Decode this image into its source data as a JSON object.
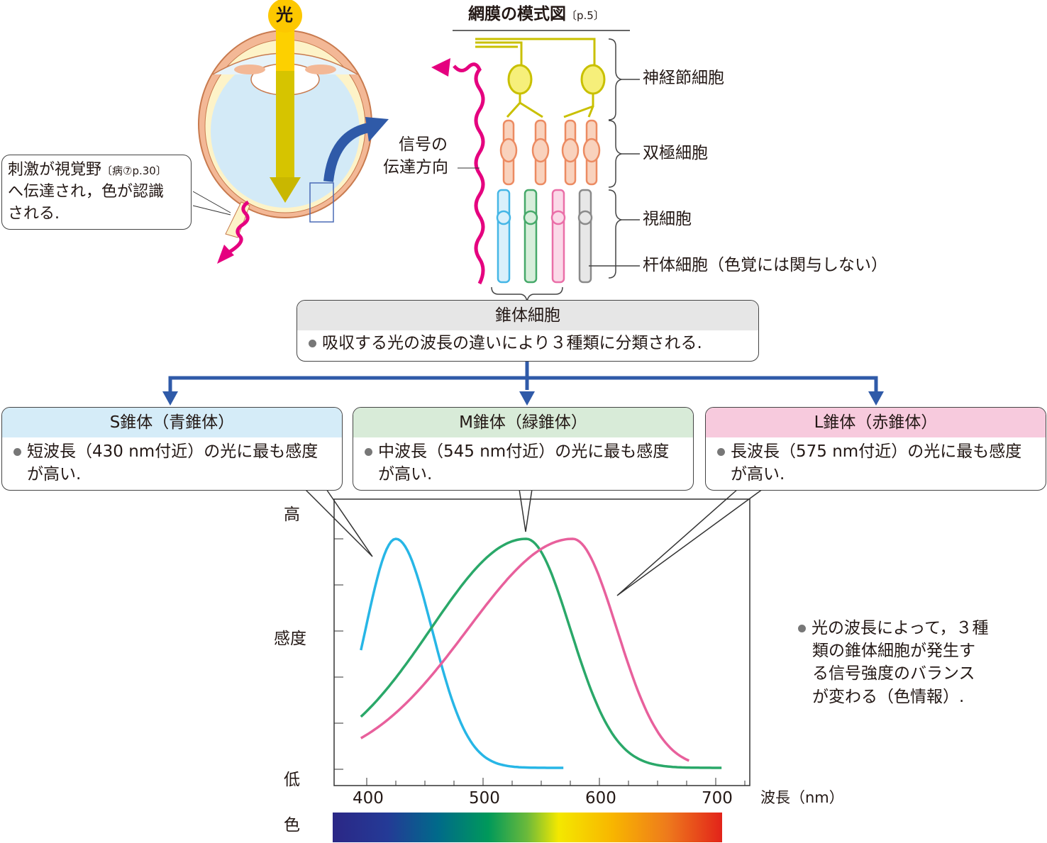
{
  "eye": {
    "light_label": "光",
    "callout": {
      "line1": "刺激が視覚野",
      "ref": "〔病⑦p.30〕",
      "line2": "へ伝達され，色が認識",
      "line3": "される."
    }
  },
  "retina": {
    "title": "網膜の模式図",
    "title_ref": "〔p.5〕",
    "signal_label_1": "信号の",
    "signal_label_2": "伝達方向",
    "ganglion": "神経節細胞",
    "bipolar": "双極細胞",
    "photoreceptor": "視細胞",
    "rod": "杆体細胞（色覚には関与しない）"
  },
  "cone": {
    "title": "錐体細胞",
    "desc": "吸収する光の波長の違いにより３種類に分類される."
  },
  "types": [
    {
      "title": "S錐体（青錐体）",
      "line1": "短波長（430 nm付近）の光に最も感度",
      "line2": "が高い.",
      "color": "#d5ecf8"
    },
    {
      "title": "M錐体（緑錐体）",
      "line1": "中波長（545 nm付近）の光に最も感度",
      "line2": "が高い.",
      "color": "#d8ebd8"
    },
    {
      "title": "L錐体（赤錐体）",
      "line1": "長波長（575 nm付近）の光に最も感度",
      "line2": "が高い.",
      "color": "#f7cadd"
    }
  ],
  "note": {
    "line1": "光の波長によって，３種",
    "line2": "類の錐体細胞が発生す",
    "line3": "る信号強度のバランス",
    "line4": "が変わる（色情報）."
  },
  "chart_data": {
    "type": "line",
    "xlabel": "波長（nm）",
    "ylabel": "感度",
    "y_high": "高",
    "y_low": "低",
    "color_label": "色",
    "xlim": [
      372,
      728
    ],
    "ylim": [
      0,
      1
    ],
    "xticks": [
      "400",
      "500",
      "600",
      "700"
    ],
    "series": [
      {
        "name": "S錐体",
        "color": "#27b6e6",
        "peak": 425,
        "sigma_left": 26,
        "sigma_right": 31,
        "range": [
          395,
          570
        ]
      },
      {
        "name": "M錐体",
        "color": "#2aa869",
        "peak": 537,
        "sigma_left": 82,
        "sigma_right": 38,
        "range": [
          395,
          705
        ]
      },
      {
        "name": "L錐体",
        "color": "#e8609c",
        "peak": 577,
        "sigma_left": 90,
        "sigma_right": 38,
        "range": [
          395,
          677
        ]
      }
    ]
  }
}
